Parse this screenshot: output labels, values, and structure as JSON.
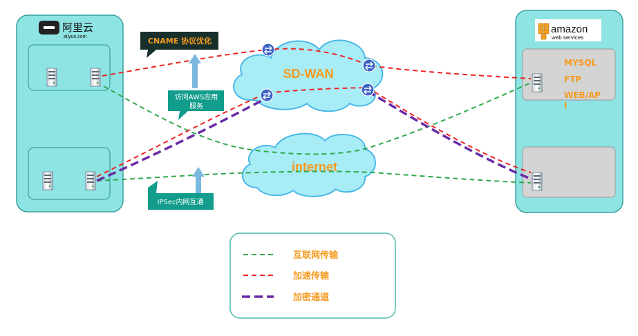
{
  "left_site": {
    "logo_text": "阿里云",
    "logo_sub": "aliyun.com"
  },
  "right_site": {
    "logo_text": "amazon",
    "logo_sub": "web services"
  },
  "services": {
    "line1": "MYSQL",
    "line2": "FTP",
    "line3": "WEB/AP",
    "line4": "I"
  },
  "clouds": {
    "sdwan": "SD-WAN",
    "internet": "internet"
  },
  "callouts": {
    "cname": "CNAME 协议优化",
    "aws_line1": "访问AWS应用",
    "aws_line2": "服务",
    "ipsec": "IPSec内网互通"
  },
  "legend": {
    "items": [
      {
        "label": "互联网传输",
        "color": "#2eaa4a"
      },
      {
        "label": "加速传输",
        "color": "#ee2222"
      },
      {
        "label": "加密通道",
        "color": "#6a2aa6"
      }
    ]
  },
  "colors": {
    "panel_fill": "#8ee3e3",
    "panel_stroke": "#3aa0a0",
    "cloud_fill": "#a8ecf6",
    "cloud_stroke": "#4ab8e8",
    "callout_dark": "#18302c",
    "callout_teal": "#119c8c",
    "label_orange": "#f59a1f",
    "arrow_blue": "#7ab8e0"
  }
}
